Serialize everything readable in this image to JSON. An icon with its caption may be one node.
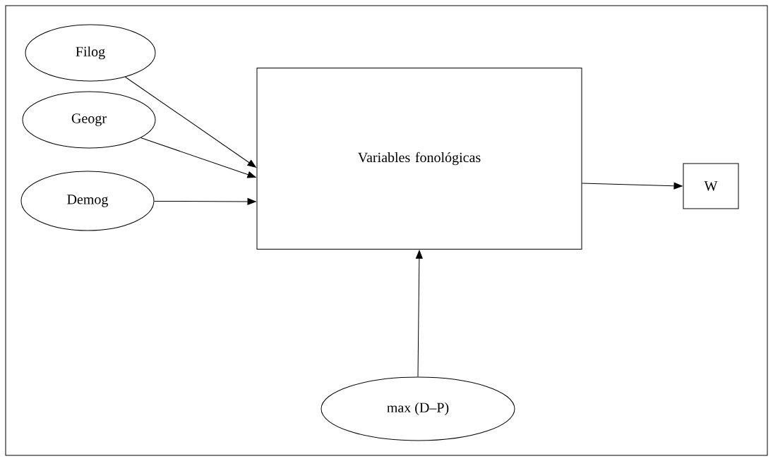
{
  "diagram": {
    "nodes": [
      {
        "text": [
          "Filog"
        ]
      },
      {
        "text": [
          "Geogr"
        ]
      },
      {
        "text": [
          "Demog"
        ]
      },
      {
        "text": [
          "Variables fonológicas"
        ]
      },
      {
        "text": [
          "W"
        ]
      },
      {
        "text": [
          "max (D–P)"
        ]
      }
    ],
    "edges": [
      {
        "from": 0,
        "to": 3,
        "arrow": "to"
      },
      {
        "from": 1,
        "to": 3,
        "arrow": "to"
      },
      {
        "from": 2,
        "to": 3,
        "arrow": "to"
      },
      {
        "from": 3,
        "to": 4,
        "arrow": "to"
      },
      {
        "from": 5,
        "to": 3,
        "arrow": "to"
      }
    ]
  }
}
